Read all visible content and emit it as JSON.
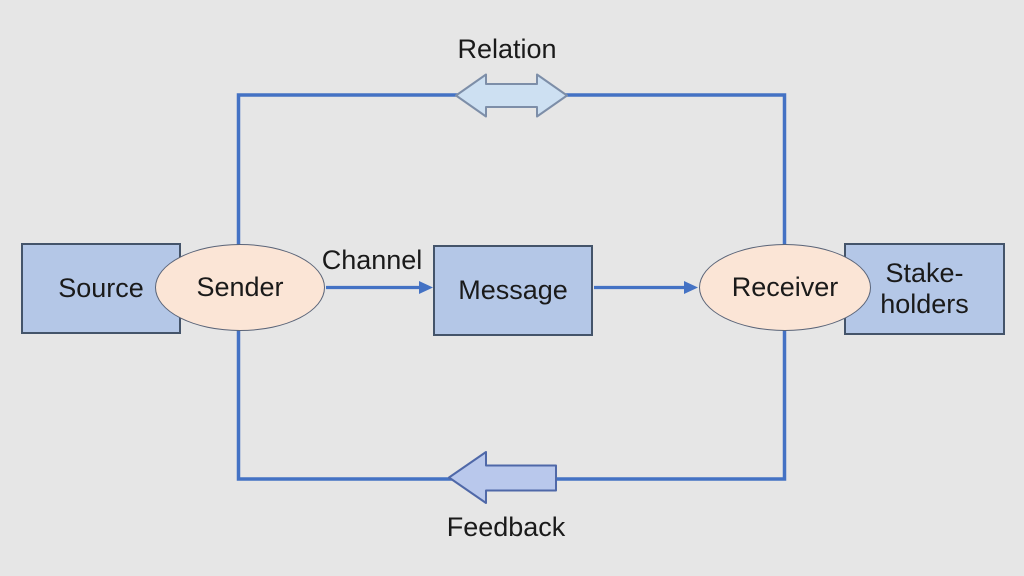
{
  "diagram": {
    "description": "Communication model diagram slide"
  },
  "colors": {
    "background": "#e6e6e6",
    "connector": "#4472c4",
    "box_fill": "#b4c7e7",
    "box_border": "#44546a",
    "ellipse_fill": "#fbe5d6",
    "ellipse_border": "#5a6478",
    "relation_arrow_fill": "#cde0f2",
    "relation_arrow_border": "#7d8ea8",
    "feedback_arrow_fill": "#b9c8ec",
    "feedback_arrow_border": "#4f68a8",
    "text": "#1a1a1a"
  },
  "nodes": {
    "source": {
      "label": "Source",
      "shape": "rectangle"
    },
    "sender": {
      "label": "Sender",
      "shape": "ellipse"
    },
    "message": {
      "label": "Message",
      "shape": "rectangle"
    },
    "receiver": {
      "label": "Receiver",
      "shape": "ellipse"
    },
    "stakeholders": {
      "line1": "Stake-",
      "line2": "holders",
      "shape": "rectangle"
    }
  },
  "edges": {
    "relation": {
      "label": "Relation",
      "type": "double-arrow",
      "position": "top"
    },
    "channel": {
      "label": "Channel",
      "type": "arrow",
      "from": "sender",
      "to": "message"
    },
    "message_to_receiver": {
      "type": "arrow",
      "from": "message",
      "to": "receiver"
    },
    "feedback": {
      "label": "Feedback",
      "type": "left-block-arrow",
      "position": "bottom"
    }
  }
}
